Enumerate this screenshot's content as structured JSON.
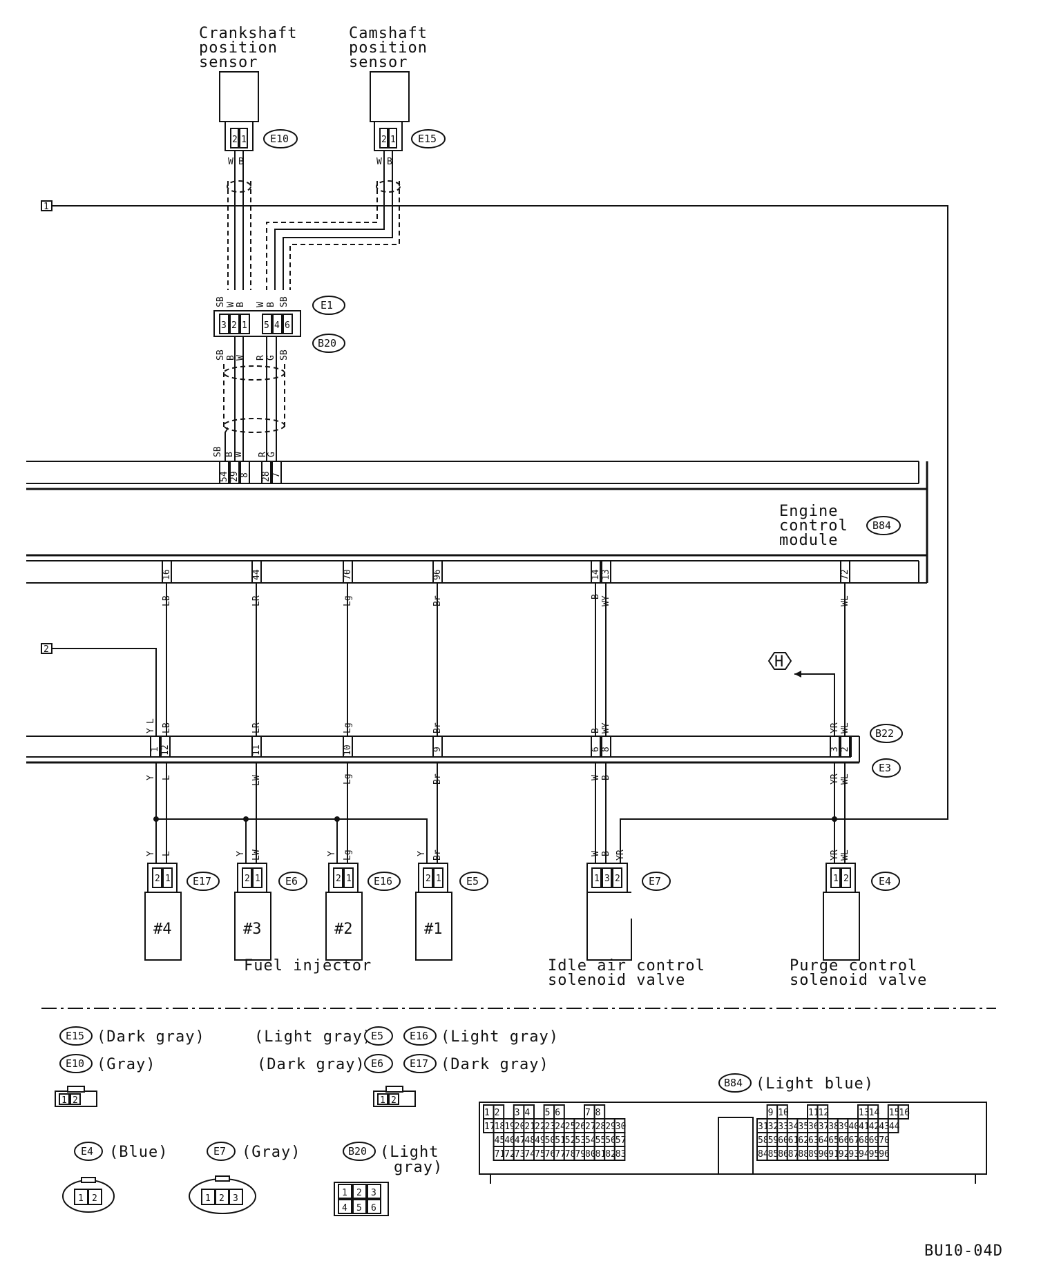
{
  "labels": {
    "crankshaft_sensor": [
      "Crankshaft",
      "position",
      "sensor"
    ],
    "camshaft_sensor": [
      "Camshaft",
      "position",
      "sensor"
    ],
    "ecm": [
      "Engine",
      "control",
      "module"
    ],
    "fuel_injector": "Fuel injector",
    "iac_valve": [
      "Idle air control",
      "solenoid valve"
    ],
    "purge_valve": [
      "Purge control",
      "solenoid valve"
    ],
    "diagram_code": "BU10-04D"
  },
  "markers": {
    "m1": "1",
    "m2": "2",
    "h": "H"
  },
  "connectors": {
    "e10": "E10",
    "e15": "E15",
    "e1": "E1",
    "b20": "B20",
    "b84": "B84",
    "b22": "B22",
    "e3": "E3",
    "e17": "E17",
    "e6": "E6",
    "e16": "E16",
    "e5": "E5",
    "e7": "E7",
    "e4": "E4"
  },
  "injectors": [
    "#4",
    "#3",
    "#2",
    "#1"
  ],
  "wire_codes": {
    "w": "W",
    "b": "B",
    "sb": "SB",
    "r": "R",
    "g": "G",
    "lb": "LB",
    "lr": "LR",
    "lg": "Lg",
    "br": "Br",
    "wy": "WY",
    "wl": "WL",
    "y": "Y",
    "l": "L",
    "lw": "LW",
    "yr": "YR"
  },
  "ecm_pins": {
    "top": [
      "54",
      "29",
      "8",
      "28",
      "7"
    ],
    "bottom": [
      "16",
      "44",
      "70",
      "96",
      "14",
      "13",
      "72"
    ]
  },
  "mid_pins": [
    "1",
    "12",
    "11",
    "10",
    "9",
    "6",
    "8",
    "3",
    "2"
  ],
  "legend": {
    "e15_color": "(Dark gray)",
    "e10_color": "(Gray)",
    "e5_prefix": "(Light gray)",
    "e16_color": "(Light gray)",
    "e6_prefix": "(Dark gray)",
    "e17_color": "(Dark gray)",
    "b84_color": "(Light blue)",
    "e4_color": "(Blue)",
    "e7_color": "(Gray)",
    "b20_color": [
      "(Light",
      "gray)"
    ],
    "two_pin": [
      "1",
      "2"
    ],
    "three_pin": [
      "1",
      "2",
      "3"
    ],
    "six_pin": [
      "1",
      "2",
      "3",
      "4",
      "5",
      "6"
    ]
  },
  "ecm_connector_rows": [
    [
      "1",
      "2",
      "3",
      "4",
      "5",
      "6",
      "7",
      "8",
      "9",
      "10",
      "11",
      "12",
      "13",
      "14",
      "15",
      "16"
    ],
    [
      "17",
      "18",
      "19",
      "20",
      "21",
      "22",
      "23",
      "24",
      "25",
      "26",
      "27",
      "28",
      "29",
      "30",
      "31",
      "32",
      "33",
      "34",
      "35",
      "36",
      "37",
      "38",
      "39",
      "40",
      "41",
      "42",
      "43",
      "44"
    ],
    [
      "45",
      "46",
      "47",
      "48",
      "49",
      "50",
      "51",
      "52",
      "53",
      "54",
      "55",
      "56",
      "57",
      "58",
      "59",
      "60",
      "61",
      "62",
      "63",
      "64",
      "65",
      "66",
      "67",
      "68",
      "69",
      "70"
    ],
    [
      "71",
      "72",
      "73",
      "74",
      "75",
      "76",
      "77",
      "78",
      "79",
      "80",
      "81",
      "82",
      "83",
      "84",
      "85",
      "86",
      "87",
      "88",
      "89",
      "90",
      "91",
      "92",
      "93",
      "94",
      "95",
      "96"
    ]
  ]
}
